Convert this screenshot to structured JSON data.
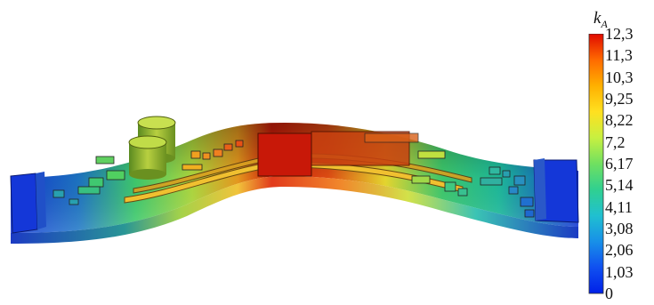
{
  "legend": {
    "title_main": "k",
    "title_sub": "A",
    "tick_labels": [
      "12,3",
      "11,3",
      "10,3",
      "9,25",
      "8,22",
      "7,2",
      "6,17",
      "5,14",
      "4,11",
      "3,08",
      "2,06",
      "1,03",
      "0"
    ],
    "gradient_colors": [
      "#e00a00",
      "#ff6a00",
      "#ffb000",
      "#ffe020",
      "#c8f040",
      "#70e060",
      "#30d090",
      "#20c0d0",
      "#1890e8",
      "#1050f0",
      "#0020e8"
    ]
  },
  "board": {
    "deformation_scale": [
      "#1437d8",
      "#1e78c8",
      "#1ec0a0",
      "#40d070",
      "#b4e040",
      "#f0e030",
      "#f0a020",
      "#e85014",
      "#d81e0a"
    ]
  }
}
